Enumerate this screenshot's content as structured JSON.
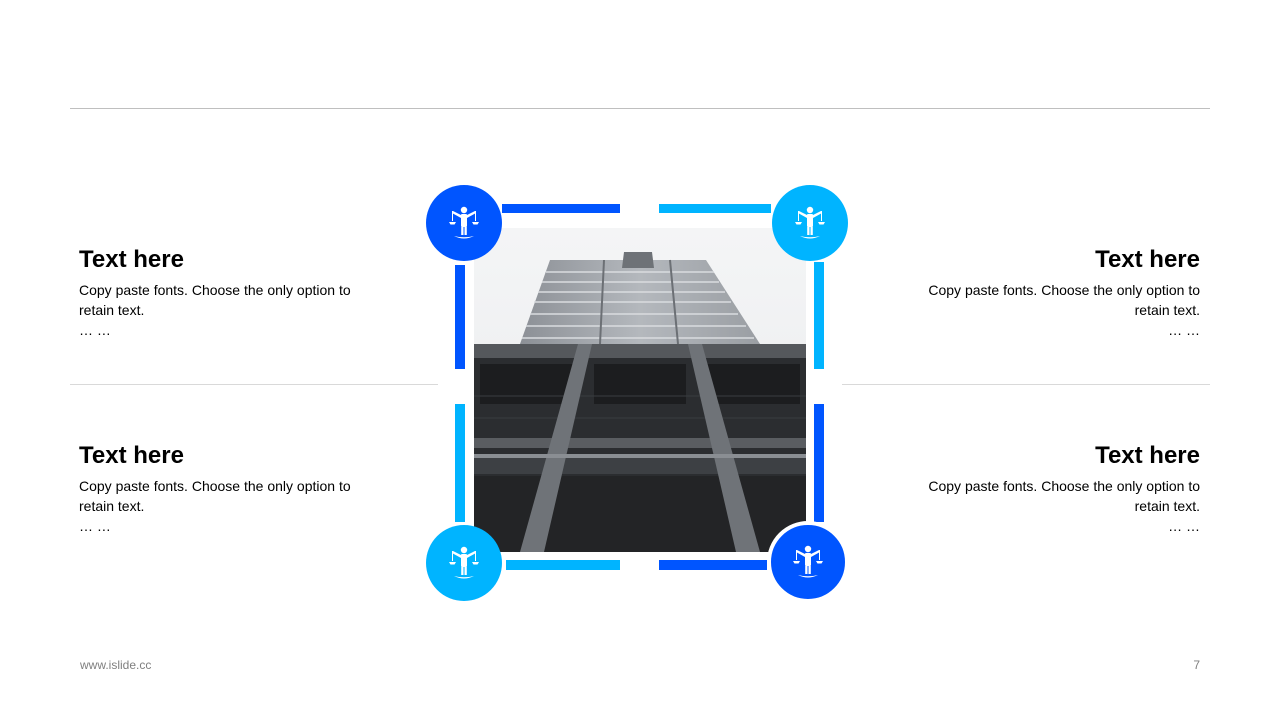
{
  "colors": {
    "primary": "#0055ff",
    "secondary": "#00b4ff",
    "rule": "#bfbfbf"
  },
  "blocks": [
    {
      "title": "Text here",
      "body": "Copy paste fonts. Choose the only option to retain text.",
      "dots": "… …"
    },
    {
      "title": "Text here",
      "body": "Copy paste fonts. Choose the only option to retain text.",
      "dots": "… …"
    },
    {
      "title": "Text here",
      "body": "Copy paste fonts. Choose the only option to retain text.",
      "dots": "… …"
    },
    {
      "title": "Text here",
      "body": "Copy paste fonts. Choose the only option to retain text.",
      "dots": "… …"
    }
  ],
  "badges": {
    "icon": "justice-scales-person-icon",
    "top_left": "primary",
    "top_right": "secondary",
    "bottom_left": "secondary",
    "bottom_right": "primary"
  },
  "footer": {
    "url": "www.islide.cc",
    "page": "7"
  }
}
